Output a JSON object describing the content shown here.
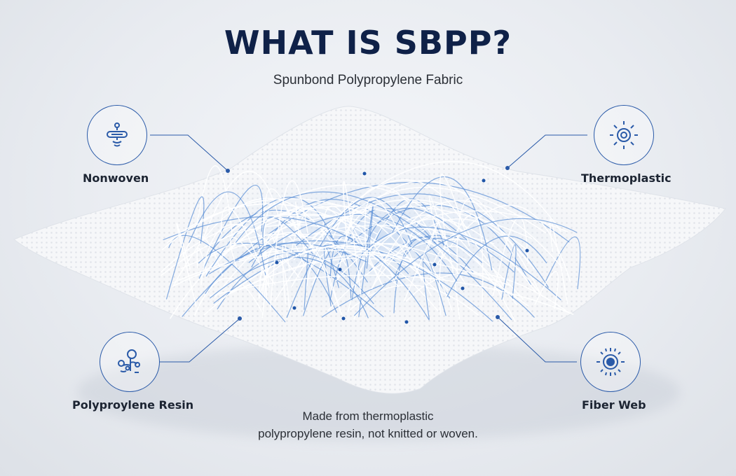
{
  "header": {
    "title": "WHAT IS SBPP?",
    "subtitle": "Spunbond Polypropylene Fabric"
  },
  "features": [
    {
      "label": "Nonwoven",
      "icon": "nonwoven-icon"
    },
    {
      "label": "Thermoplastic",
      "icon": "thermoplastic-icon"
    },
    {
      "label": "Polyproylene Resin",
      "icon": "resin-icon"
    },
    {
      "label": "Fiber Web",
      "icon": "fiber-web-icon"
    }
  ],
  "caption": {
    "line1": "Made from thermoplastic",
    "line2": "polypropylene resin, not knitted or woven."
  },
  "colors": {
    "title": "#0f2148",
    "accent": "#2a5aa8",
    "fiber_blue": "#5b8fd6"
  }
}
